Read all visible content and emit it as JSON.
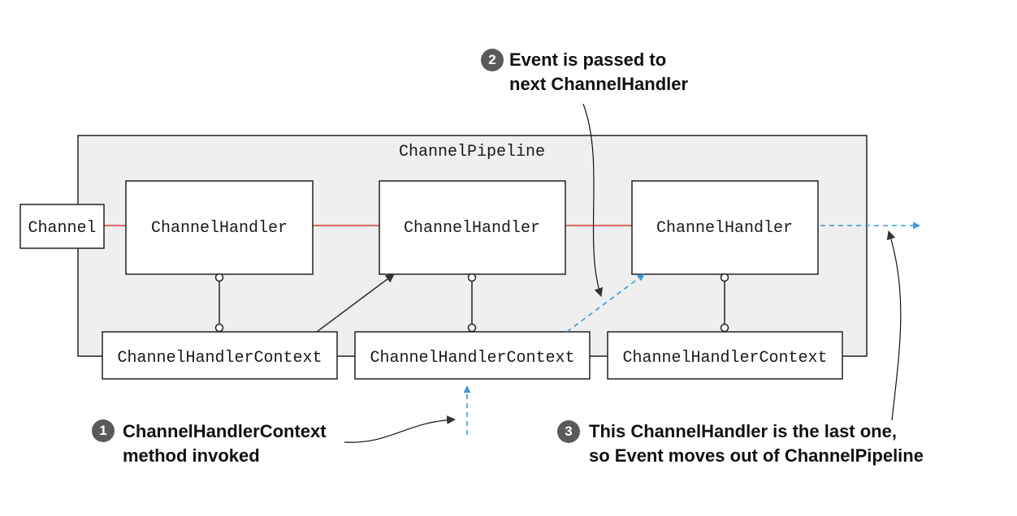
{
  "pipeline": {
    "label": "ChannelPipeline"
  },
  "channel": {
    "label": "Channel"
  },
  "handlers": [
    {
      "label": "ChannelHandler"
    },
    {
      "label": "ChannelHandler"
    },
    {
      "label": "ChannelHandler"
    }
  ],
  "contexts": [
    {
      "label": "ChannelHandlerContext"
    },
    {
      "label": "ChannelHandlerContext"
    },
    {
      "label": "ChannelHandlerContext"
    }
  ],
  "callouts": [
    {
      "number": "1",
      "lines": [
        "ChannelHandlerContext",
        "method invoked"
      ]
    },
    {
      "number": "2",
      "lines": [
        "Event is passed to",
        "next ChannelHandler"
      ]
    },
    {
      "number": "3",
      "lines": [
        "This ChannelHandler is the last one,",
        "so Event moves out of ChannelPipeline"
      ]
    }
  ],
  "colors": {
    "pipeline_fill": "#efefef",
    "link_line": "#d43a3a",
    "event_arrow": "#3a9ad9",
    "badge": "#5a5a5a"
  }
}
